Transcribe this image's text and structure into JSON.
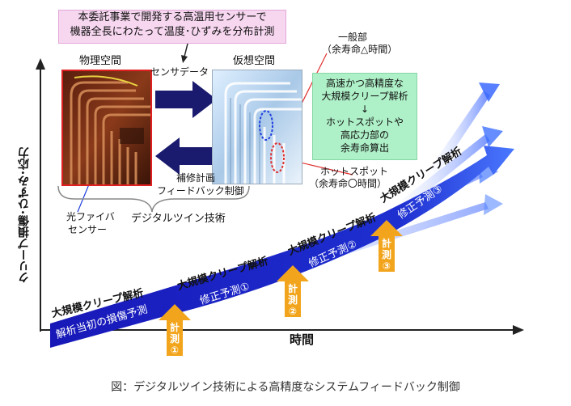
{
  "header_box": {
    "line1": "本委託事業で開発する高温用センサーで",
    "line2": "機器全長にわたって温度･ひずみを分布計測"
  },
  "labels": {
    "physical_space": "物理空間",
    "virtual_space": "仮想空間",
    "sensor_data": "センサデータ",
    "repair_plan": "補修計画",
    "feedback_control": "フィードバック制御",
    "optical_fiber_1": "光ファイバ",
    "optical_fiber_2": "センサー",
    "digital_twin": "デジタルツイン技術",
    "general_part": "一般部",
    "general_life": "（余寿命△時間）",
    "hotspot": "ホットスポット",
    "hotspot_life": "（余寿命〇時間）",
    "y_axis": "クリープ損傷･ひずみ･応力",
    "x_axis": "時間"
  },
  "green_box": {
    "l1": "高速かつ高精度な",
    "l2": "大規模クリープ解析",
    "l3": "↓",
    "l4": "ホットスポットや",
    "l5": "高応力部の",
    "l6": "余寿命算出"
  },
  "band": {
    "analysis_label": "大規模クリープ解析",
    "initial": "解析当初の損傷予測",
    "corr1": "修正予測①",
    "corr2": "修正予測②",
    "corr3": "修正予測③"
  },
  "measurements": {
    "m1": [
      "計",
      "測",
      "①"
    ],
    "m2": [
      "計",
      "測",
      "②"
    ],
    "m3": [
      "計",
      "測",
      "③"
    ]
  },
  "caption": "図：デジタルツイン技術による高精度なシステムフィードバック制御",
  "colors": {
    "band_dark": "#1818b8",
    "band_light": "#5a8cff",
    "big_arrow": "#1a1a6e",
    "up_arrow": "#f2a51c",
    "green_box": "#aef0c7",
    "pink_box": "#f7d7f0",
    "red_frame": "#e02020",
    "hotspot_red": "#e03030",
    "hotspot_blue": "#2040e0"
  }
}
